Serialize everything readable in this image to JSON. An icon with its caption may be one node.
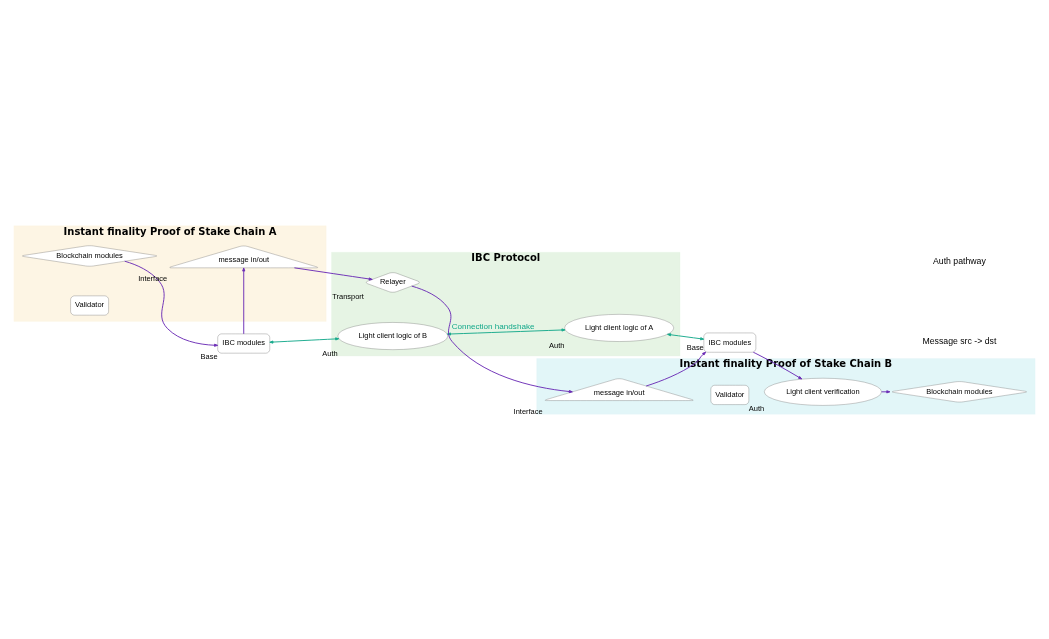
{
  "diagram": {
    "nodes": [
      {
        "text": [
          "Instant finality Proof of Stake Chain A"
        ]
      },
      {
        "text": [
          "IBC Protocol"
        ]
      },
      {
        "text": [
          "Instant finality Proof of Stake Chain B"
        ]
      },
      {
        "text": [
          "Blockchain modules"
        ],
        "in": 0
      },
      {
        "text": [
          "Validator"
        ],
        "in": 0
      },
      {
        "text": [
          "IBC modules"
        ],
        "beside": [
          "Base"
        ]
      },
      {
        "text": [
          "message in/out"
        ],
        "in": 0,
        "beside": [
          "Interface"
        ]
      },
      {
        "text": [
          "Light client logic of B"
        ],
        "in": 1,
        "beside": [
          "Auth"
        ]
      },
      {
        "text": [
          "Light client logic of A"
        ],
        "in": 1,
        "beside": [
          "Auth"
        ]
      },
      {
        "text": [
          "Relayer"
        ],
        "in": 1,
        "beside": [
          "Transport"
        ]
      },
      {
        "text": [
          "IBC modules"
        ],
        "beside": [
          "Base"
        ]
      },
      {
        "text": [
          "Validator"
        ],
        "in": 2
      },
      {
        "text": [
          "Blockchain modules"
        ],
        "in": 2
      },
      {
        "text": [
          "Light client verification"
        ],
        "in": 2,
        "beside": [
          "Auth"
        ]
      },
      {
        "text": [
          "message in/out"
        ],
        "in": 2,
        "beside": [
          "Interface"
        ]
      }
    ],
    "edges": [
      {
        "from": 3,
        "to": 5,
        "arrow": "to"
      },
      {
        "from": 5,
        "to": 7,
        "arrow": "both",
        "color": "#13a88a"
      },
      {
        "from": 7,
        "to": 8,
        "arrow": "both",
        "label": "Connection handshake",
        "color": "#13a88a"
      },
      {
        "from": 8,
        "to": 10,
        "arrow": "both",
        "color": "#13a88a"
      },
      {
        "from": 5,
        "to": 6,
        "arrow": "to"
      },
      {
        "from": 6,
        "to": 9,
        "arrow": "to"
      },
      {
        "from": 9,
        "to": 14,
        "arrow": "to"
      },
      {
        "from": 14,
        "to": 10,
        "arrow": "to"
      },
      {
        "from": 10,
        "to": 13,
        "arrow": "to"
      },
      {
        "from": 13,
        "to": 12,
        "arrow": "to"
      }
    ],
    "legend": [
      {
        "text": "Auth pathway"
      },
      {
        "text": "Message src -> dst"
      }
    ]
  }
}
